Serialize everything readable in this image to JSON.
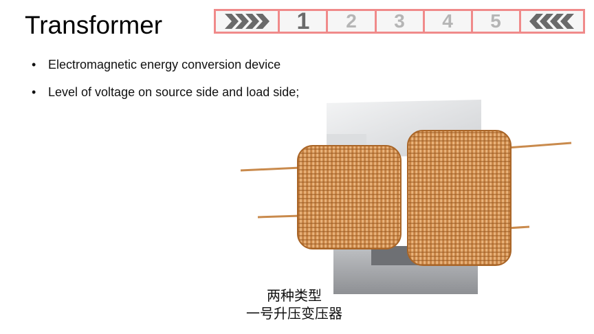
{
  "slide": {
    "title": "Transformer",
    "bullets": [
      "Electromagnetic energy conversion device",
      "Level of voltage on source side and load side;"
    ],
    "bullet_marker": "•"
  },
  "nav": {
    "left_arrow_icon": "chevrons-right-icon",
    "right_arrow_icon": "chevrons-left-icon",
    "pages": [
      "1",
      "2",
      "3",
      "4",
      "5"
    ],
    "active_page": "1",
    "border_color": "#f08a8a"
  },
  "figure": {
    "caption_line1": "两种类型",
    "caption_line2": "一号升压变压器",
    "coil_color": "#d99b5a",
    "core_color": "#d7d9dc"
  }
}
